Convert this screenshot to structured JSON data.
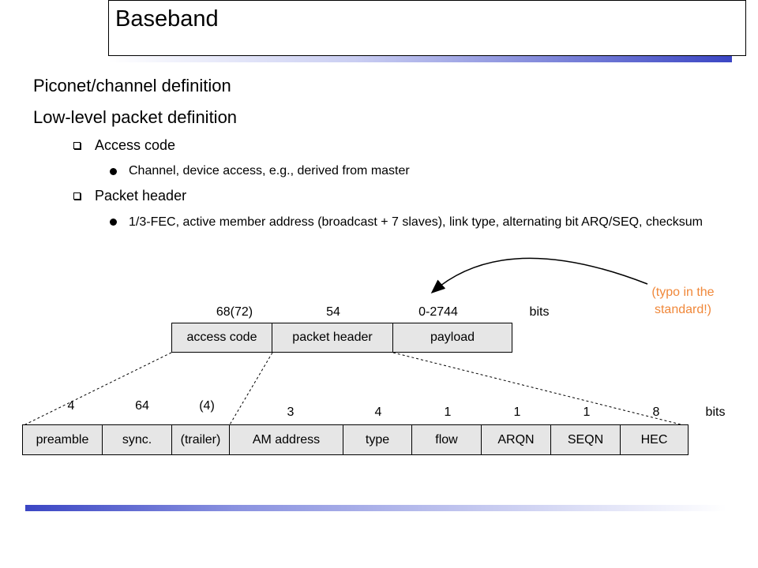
{
  "slide": {
    "title": "Baseband",
    "bullets": {
      "piconet": "Piconet/channel definition",
      "lowlevel": "Low-level packet definition",
      "access_code": "Access code",
      "access_code_detail": "Channel, device access, e.g., derived from master",
      "packet_header": "Packet header",
      "packet_header_detail": "1/3-FEC, active member address (broadcast + 7 slaves), link type, alternating bit ARQ/SEQ, checksum"
    }
  },
  "diagram": {
    "top_packet": {
      "fields": [
        "access code",
        "packet header",
        "payload"
      ],
      "bits": [
        "68(72)",
        "54",
        "0-2744"
      ],
      "unit": "bits"
    },
    "access_code_fields": {
      "fields": [
        "preamble",
        "sync.",
        "(trailer)"
      ],
      "bits": [
        "4",
        "64",
        "(4)"
      ]
    },
    "header_fields": {
      "fields": [
        "AM address",
        "type",
        "flow",
        "ARQN",
        "SEQN",
        "HEC"
      ],
      "bits": [
        "3",
        "4",
        "1",
        "1",
        "1",
        "8"
      ],
      "unit": "bits"
    },
    "annotation": "(typo in the standard!)",
    "colors": {
      "cell_fill": "#e6e6e6",
      "annotation": "#f0883a",
      "gradient_accent": "#3b46c4"
    }
  }
}
